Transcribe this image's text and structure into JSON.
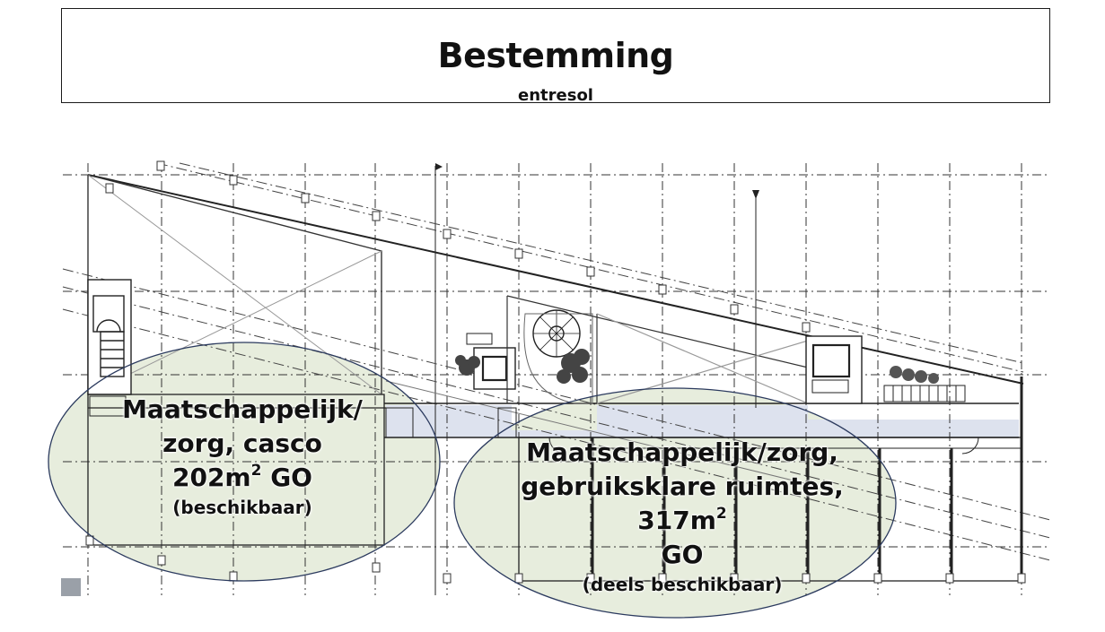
{
  "header": {
    "title": "Bestemming",
    "subtitle": "entresol"
  },
  "zones": [
    {
      "id": "left",
      "lines": [
        "Maatschappelijk/",
        "zorg, casco"
      ],
      "area_value": "202m",
      "area_sup": "2",
      "area_unit": " GO",
      "note": "(beschikbaar)"
    },
    {
      "id": "right",
      "line1": "Maatschappelijk/zorg,",
      "line2_text": "gebruiksklare ruimtes, 317m",
      "line2_sup": "2",
      "line3": "GO",
      "note": "(deels beschikbaar)"
    }
  ],
  "colors": {
    "zone_fill": "#e3ead7",
    "zone_stroke": "#2b3a5e",
    "corridor_fill": "#dde2ee",
    "line": "#2a2a2a"
  }
}
